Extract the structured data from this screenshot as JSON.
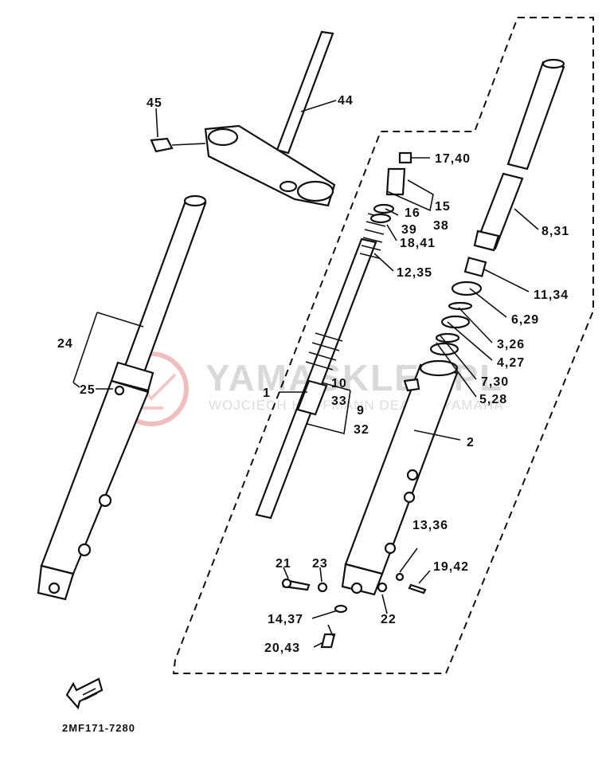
{
  "watermark": {
    "title": "YAMASKLEP.PL",
    "subtitle": "WOJCIECH HOFFMANN DEALER YAMAHA"
  },
  "labels": {
    "p1": "1",
    "p2": "2",
    "p5_28": "5,28",
    "p7_30": "7,30",
    "p4_27": "4,27",
    "p3_26": "3,26",
    "p6_29": "6,29",
    "p11_34": "11,34",
    "p8_31": "8,31",
    "p12_35": "12,35",
    "p18_41": "18,41",
    "p39": "39",
    "p16": "16",
    "p15": "15",
    "p38": "38",
    "p17_40": "17,40",
    "p44": "44",
    "p45": "45",
    "p24": "24",
    "p25": "25",
    "p10": "10",
    "p33": "33",
    "p9": "9",
    "p32": "32",
    "p13_36": "13,36",
    "p19_42": "19,42",
    "p21": "21",
    "p23": "23",
    "p22": "22",
    "p14_37": "14,37",
    "p20_43": "20,43"
  },
  "diagram_code": "2MF171-7280",
  "colors": {
    "ink": "#111111",
    "watermark_red": "#e8a0a0",
    "watermark_gray": "#d9d9d9"
  },
  "icons": {
    "front_arrow": "front-direction-arrow-icon"
  }
}
